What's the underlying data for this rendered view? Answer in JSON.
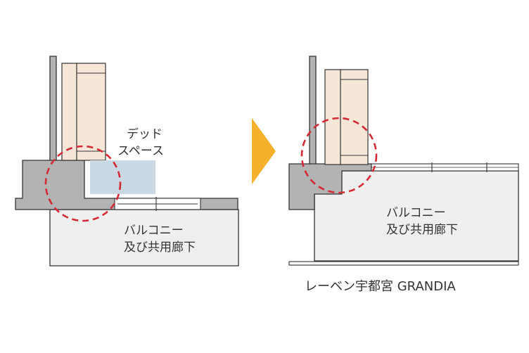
{
  "left": {
    "dead_space_line1": "デッド",
    "dead_space_line2": "スペース",
    "area_line1": "バルコニー",
    "area_line2": "及び共用廊下"
  },
  "right": {
    "area_line1": "バルコニー",
    "area_line2": "及び共用廊下",
    "caption": "レーベン宇都宮 GRANDIA"
  },
  "colors": {
    "wall": "#b3b3b3",
    "floor": "#efefef",
    "furniture": "#f5e6d8",
    "dead_space": "#c9d8e2",
    "highlight_circle": "#d42a35",
    "arrow": "#f6b12c",
    "outline": "#333333"
  },
  "icons": {
    "arrow": "right-triangle-arrow-icon"
  }
}
